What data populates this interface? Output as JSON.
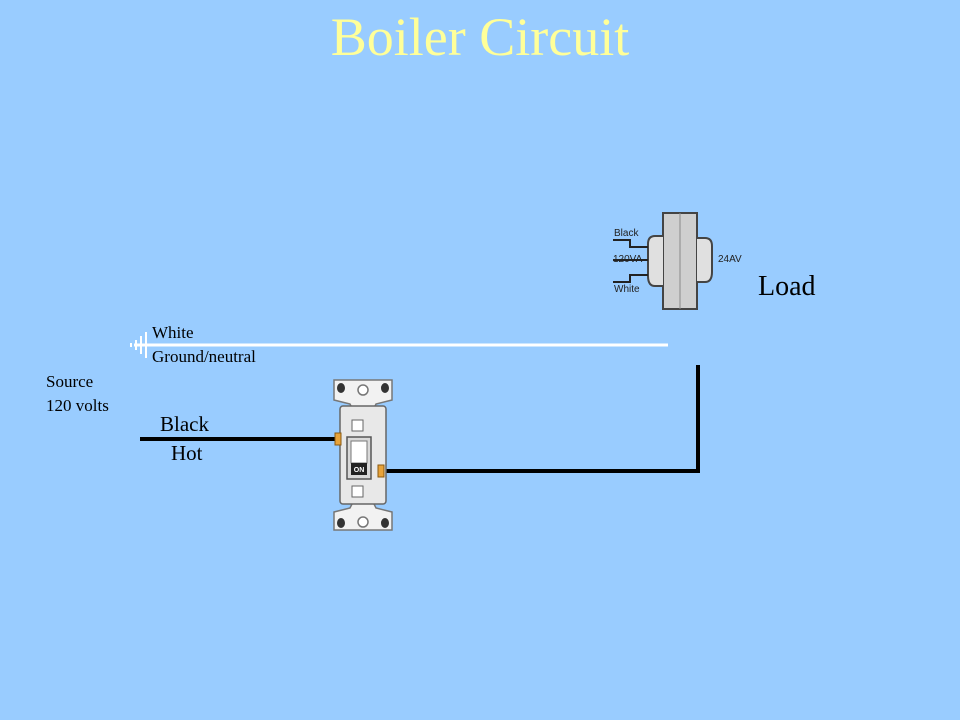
{
  "title": "Boiler Circuit",
  "labels": {
    "white_wire": "White",
    "ground_neutral": "Ground/neutral",
    "source_line1": "Source",
    "source_line2": "120 volts",
    "black_wire": "Black",
    "hot": "Hot",
    "load": "Load"
  },
  "transformer": {
    "black": "Black",
    "primary": "120VA",
    "white": "White",
    "secondary": "24AV"
  },
  "switch": {
    "state": "ON"
  },
  "colors": {
    "background": "#99ccff",
    "title": "#ffff99",
    "hot_wire": "#000000",
    "neutral_wire": "#ffffff",
    "terminal": "#e8a33a"
  }
}
